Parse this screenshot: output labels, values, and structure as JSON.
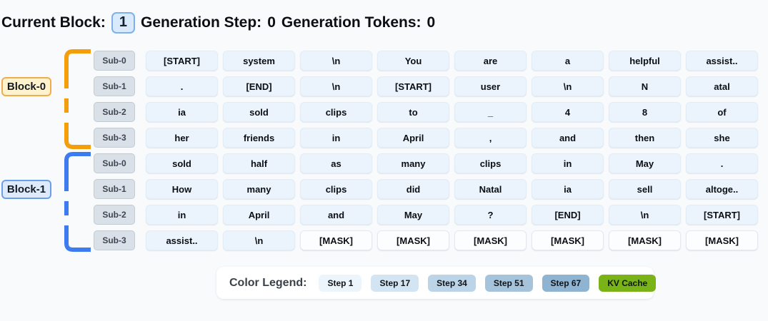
{
  "header": {
    "current_block_label": "Current Block:",
    "current_block_value": "1",
    "generation_step_label": "Generation Step:",
    "generation_step_value": "0",
    "generation_tokens_label": "Generation Tokens:",
    "generation_tokens_value": "0"
  },
  "mask_token": "[MASK]",
  "blocks": [
    {
      "label": "Block-0",
      "chip_bg": "#FFF3CD",
      "chip_border": "#F0AD4E",
      "bracket_color": "#F59E0B",
      "subs": [
        {
          "label": "Sub-0",
          "tokens": [
            "[START]",
            "system",
            "\\n",
            "You",
            "are",
            "a",
            "helpful",
            "assist.."
          ]
        },
        {
          "label": "Sub-1",
          "tokens": [
            ".",
            "[END]",
            "\\n",
            "[START]",
            "user",
            "\\n",
            "N",
            "atal"
          ]
        },
        {
          "label": "Sub-2",
          "tokens": [
            "ia",
            "sold",
            "clips",
            "to",
            "_",
            "4",
            "8",
            "of"
          ]
        },
        {
          "label": "Sub-3",
          "tokens": [
            "her",
            "friends",
            "in",
            "April",
            ",",
            "and",
            "then",
            "she"
          ]
        }
      ]
    },
    {
      "label": "Block-1",
      "chip_bg": "#DCEAFC",
      "chip_border": "#6C9FE8",
      "bracket_color": "#3D7BF0",
      "subs": [
        {
          "label": "Sub-0",
          "tokens": [
            "sold",
            "half",
            "as",
            "many",
            "clips",
            "in",
            "May",
            "."
          ]
        },
        {
          "label": "Sub-1",
          "tokens": [
            "How",
            "many",
            "clips",
            "did",
            "Natal",
            "ia",
            "sell",
            "altoge.."
          ]
        },
        {
          "label": "Sub-2",
          "tokens": [
            "in",
            "April",
            "and",
            "May",
            "?",
            "[END]",
            "\\n",
            "[START]"
          ]
        },
        {
          "label": "Sub-3",
          "tokens": [
            "assist..",
            "\\n",
            "[MASK]",
            "[MASK]",
            "[MASK]",
            "[MASK]",
            "[MASK]",
            "[MASK]"
          ]
        }
      ]
    }
  ],
  "legend": {
    "title": "Color Legend:",
    "items": [
      {
        "label": "Step 1",
        "color": "#EDF5FC",
        "text_color": "#101418"
      },
      {
        "label": "Step 17",
        "color": "#D3E4F2",
        "text_color": "#101418"
      },
      {
        "label": "Step 34",
        "color": "#BCD4E8",
        "text_color": "#101418"
      },
      {
        "label": "Step 51",
        "color": "#A5C4DC",
        "text_color": "#101418"
      },
      {
        "label": "Step 67",
        "color": "#8FB4D2",
        "text_color": "#101418"
      },
      {
        "label": "KV Cache",
        "color": "#7AB317",
        "text_color": "#101418"
      }
    ]
  },
  "cell_colors": {
    "token_bg": "#EBF4FC",
    "token_border": "#E3EDF6",
    "mask_bg": "#FCFDFF",
    "mask_border": "#E4E9EF",
    "sub_chip_bg": "#DAE0E8",
    "sub_chip_border": "#C2CAD4"
  }
}
